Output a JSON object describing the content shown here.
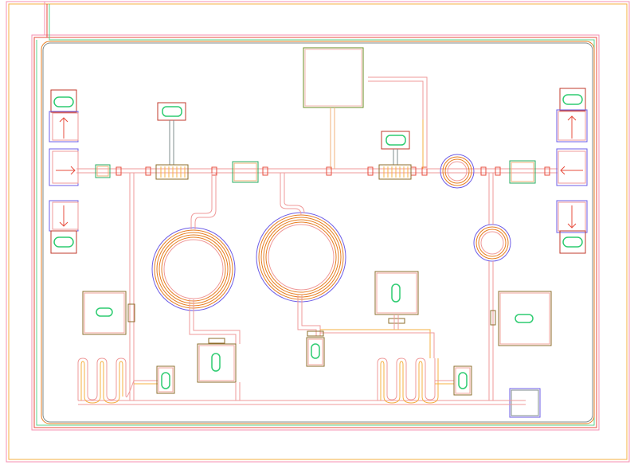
{
  "colors": {
    "background": "#ffffff",
    "border_pink": "#f48fb1",
    "border_orange": "#f5b041",
    "border_red": "#e74c3c",
    "border_green": "#58d68d",
    "channel_pink": "#ef9a9a",
    "channel_orange": "#f0b27a",
    "coil_orange": "#e67e22",
    "coil_purple": "#7d3c98",
    "port_green": "#2ecc71",
    "port_red": "#c0392b",
    "chamber_dark": "#8e6c2b",
    "valve_purple": "#6c5ce7"
  },
  "components": {
    "inlet_ports": [
      "left-top",
      "left-middle",
      "left-bottom",
      "right-top",
      "right-middle",
      "right-bottom"
    ],
    "spiral_mixers": 2,
    "ring_mixers": 2,
    "serpentine_heaters": 2,
    "reaction_chambers": 4,
    "valves": 2
  },
  "icons": [
    "arrow-right-icon",
    "arrow-left-icon",
    "arrow-up-icon",
    "arrow-down-icon"
  ]
}
